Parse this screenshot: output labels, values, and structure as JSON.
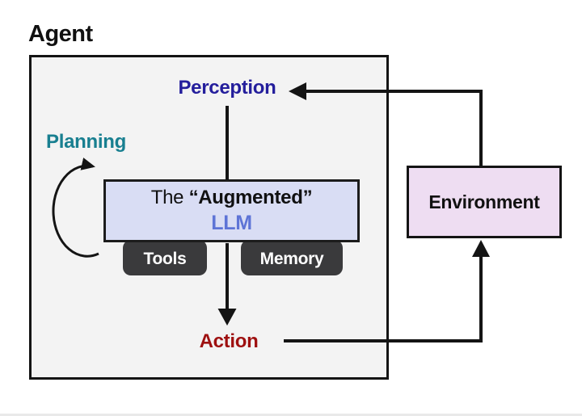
{
  "diagram": {
    "title": "Agent",
    "nodes": {
      "perception_label": "Perception",
      "planning_label": "Planning",
      "action_label": "Action",
      "augmented_llm": {
        "prefix": "The ",
        "emphasis": "“Augmented”",
        "subtitle": "LLM"
      },
      "tools_label": "Tools",
      "memory_label": "Memory",
      "environment_label": "Environment"
    },
    "edges": [
      {
        "name": "perception-to-llm",
        "from": "Perception",
        "to": "Augmented LLM",
        "arrow": false
      },
      {
        "name": "llm-to-action",
        "from": "Augmented LLM",
        "to": "Action",
        "arrow": true
      },
      {
        "name": "action-to-environment",
        "from": "Action",
        "to": "Environment",
        "arrow": true
      },
      {
        "name": "environment-to-perception",
        "from": "Environment",
        "to": "Perception",
        "arrow": true
      },
      {
        "name": "planning-self-loop",
        "from": "Planning",
        "to": "Augmented LLM",
        "arrow": true
      }
    ],
    "colors": {
      "perception_text": "#241e9c",
      "planning_text": "#187f90",
      "action_text": "#9e1010",
      "llm_text": "#5e74d6",
      "llm_box_bg": "#d9ddf4",
      "environment_box_bg": "#eeddf2",
      "badge_bg": "#3a3a3c",
      "badge_text": "#ffffff",
      "agent_box_bg": "#f3f3f3",
      "line_color": "#141414"
    }
  }
}
